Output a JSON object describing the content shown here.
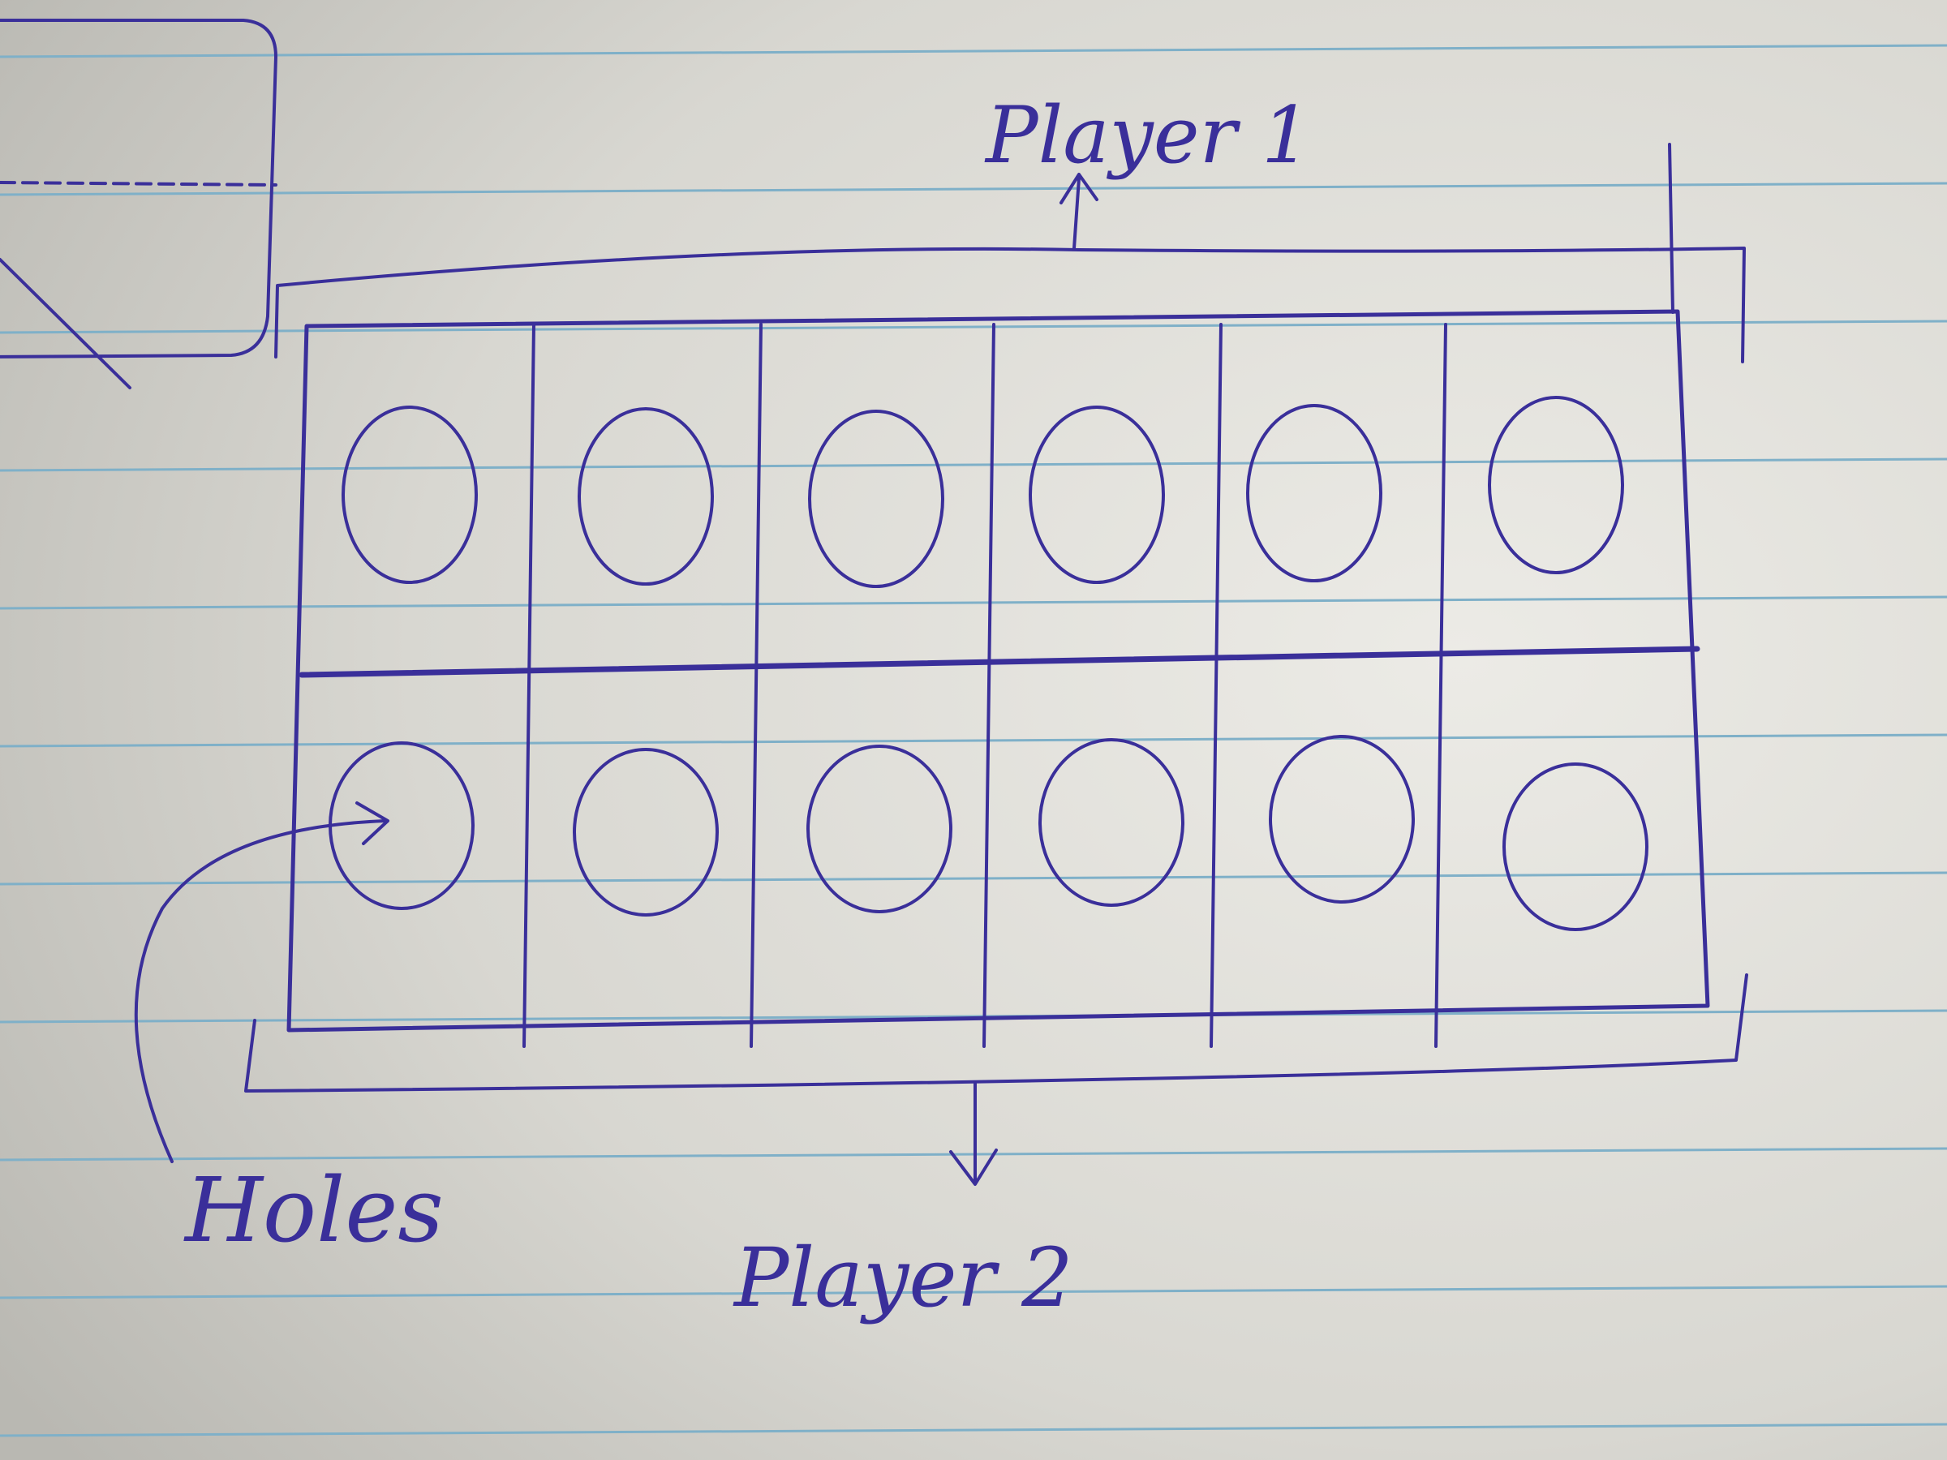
{
  "labels": {
    "top_player": "Player 1",
    "bottom_player": "Player 2",
    "holes": "Holes"
  },
  "board": {
    "rows": 2,
    "columns": 6
  },
  "colors": {
    "ink": "#3a2f9a",
    "paper": "#dcdbd5",
    "rule_line": "#7fb0c8"
  }
}
